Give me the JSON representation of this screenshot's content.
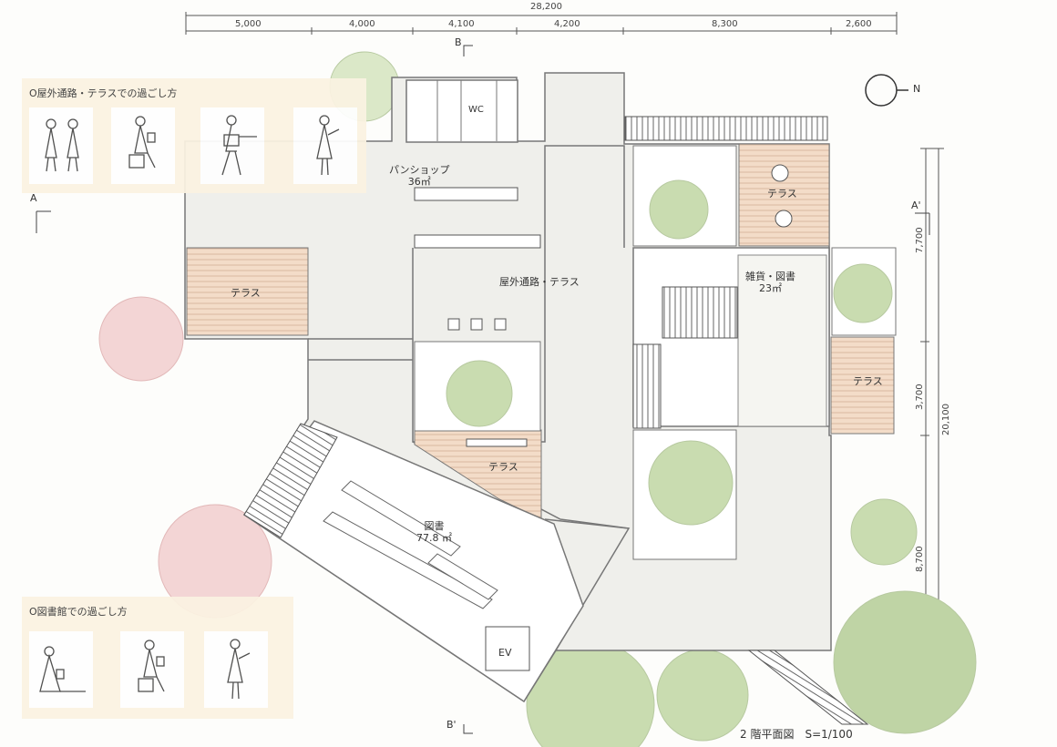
{
  "dimensions": {
    "total": "28,200",
    "segments": [
      "5,000",
      "4,000",
      "4,100",
      "4,200",
      "8,300",
      "2,600"
    ],
    "vertical_total": "20,100",
    "vertical_segments": [
      "7,700",
      "3,700",
      "8,700"
    ]
  },
  "section_markers": {
    "a": "A",
    "a_prime": "A'",
    "b": "B",
    "b_prime": "B'"
  },
  "north": "N",
  "rooms": {
    "wc": "WC",
    "bakery": "パンショップ",
    "bakery_area": "36㎡",
    "terrace": "テラス",
    "outdoor_passage": "屋外通路・テラス",
    "goods_library": "雑貨・図書",
    "goods_area": "23㎡",
    "library": "図書",
    "library_area": "77.8 ㎡",
    "ev": "EV"
  },
  "panels": {
    "outdoor_title": "O屋外通路・テラスでの過ごし方",
    "library_title": "O図書館での過ごし方"
  },
  "footer": {
    "caption": "2 階平面図　S=1/100"
  },
  "colors": {
    "terrace": "#f3dcc8",
    "tree_green": "#c9dcb0",
    "tree_pink": "#f3d5d5",
    "panel": "#fbf3e2",
    "floor": "#efefeb"
  }
}
